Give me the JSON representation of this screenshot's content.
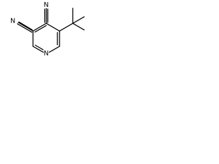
{
  "structure": {
    "atoms": {
      "nitrile_top_n": "N",
      "nitrile_left_n": "N",
      "ring_n": "N"
    },
    "colors": {
      "ink": "#000000",
      "background": "#ffffff"
    }
  }
}
